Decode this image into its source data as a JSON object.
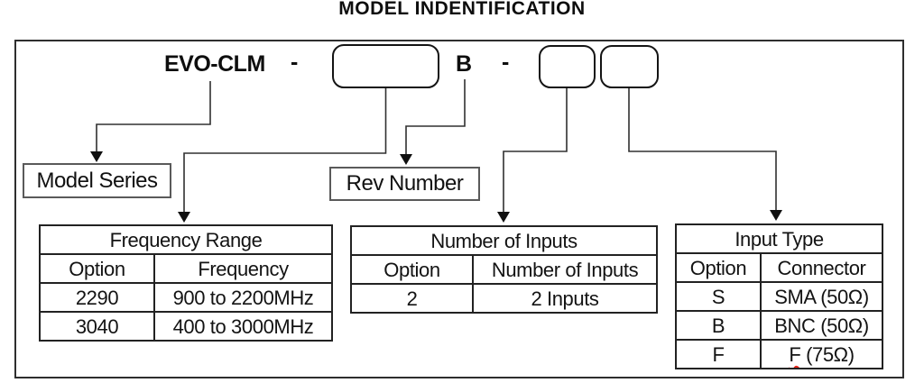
{
  "title": "MODEL INDENTIFICATION",
  "model_code": {
    "series_prefix": "EVO-CLM",
    "dash1": "-",
    "rev_letter": "B",
    "dash2": "-"
  },
  "labels": {
    "model_series": "Model Series",
    "rev_number": "Rev Number"
  },
  "tables": [
    {
      "title": "Frequency Range",
      "columns": [
        "Option",
        "Frequency"
      ],
      "rows": [
        [
          "2290",
          "900 to 2200MHz"
        ],
        [
          "3040",
          "400 to 3000MHz"
        ]
      ]
    },
    {
      "title": "Number of Inputs",
      "columns": [
        "Option",
        "Number of Inputs"
      ],
      "rows": [
        [
          "2",
          "2 Inputs"
        ]
      ]
    },
    {
      "title": "Input Type",
      "columns": [
        "Option",
        "Connector"
      ],
      "rows": [
        [
          "S",
          "SMA (50Ω)"
        ],
        [
          "B",
          "BNC (50Ω)"
        ],
        [
          "F",
          {
            "underlined": "F",
            "rest": " (75Ω)"
          }
        ]
      ]
    }
  ],
  "colors": {
    "line": "#303030",
    "border": "#2e2e2e",
    "text": "#131313",
    "spellcheck_underline": "#e52015"
  }
}
